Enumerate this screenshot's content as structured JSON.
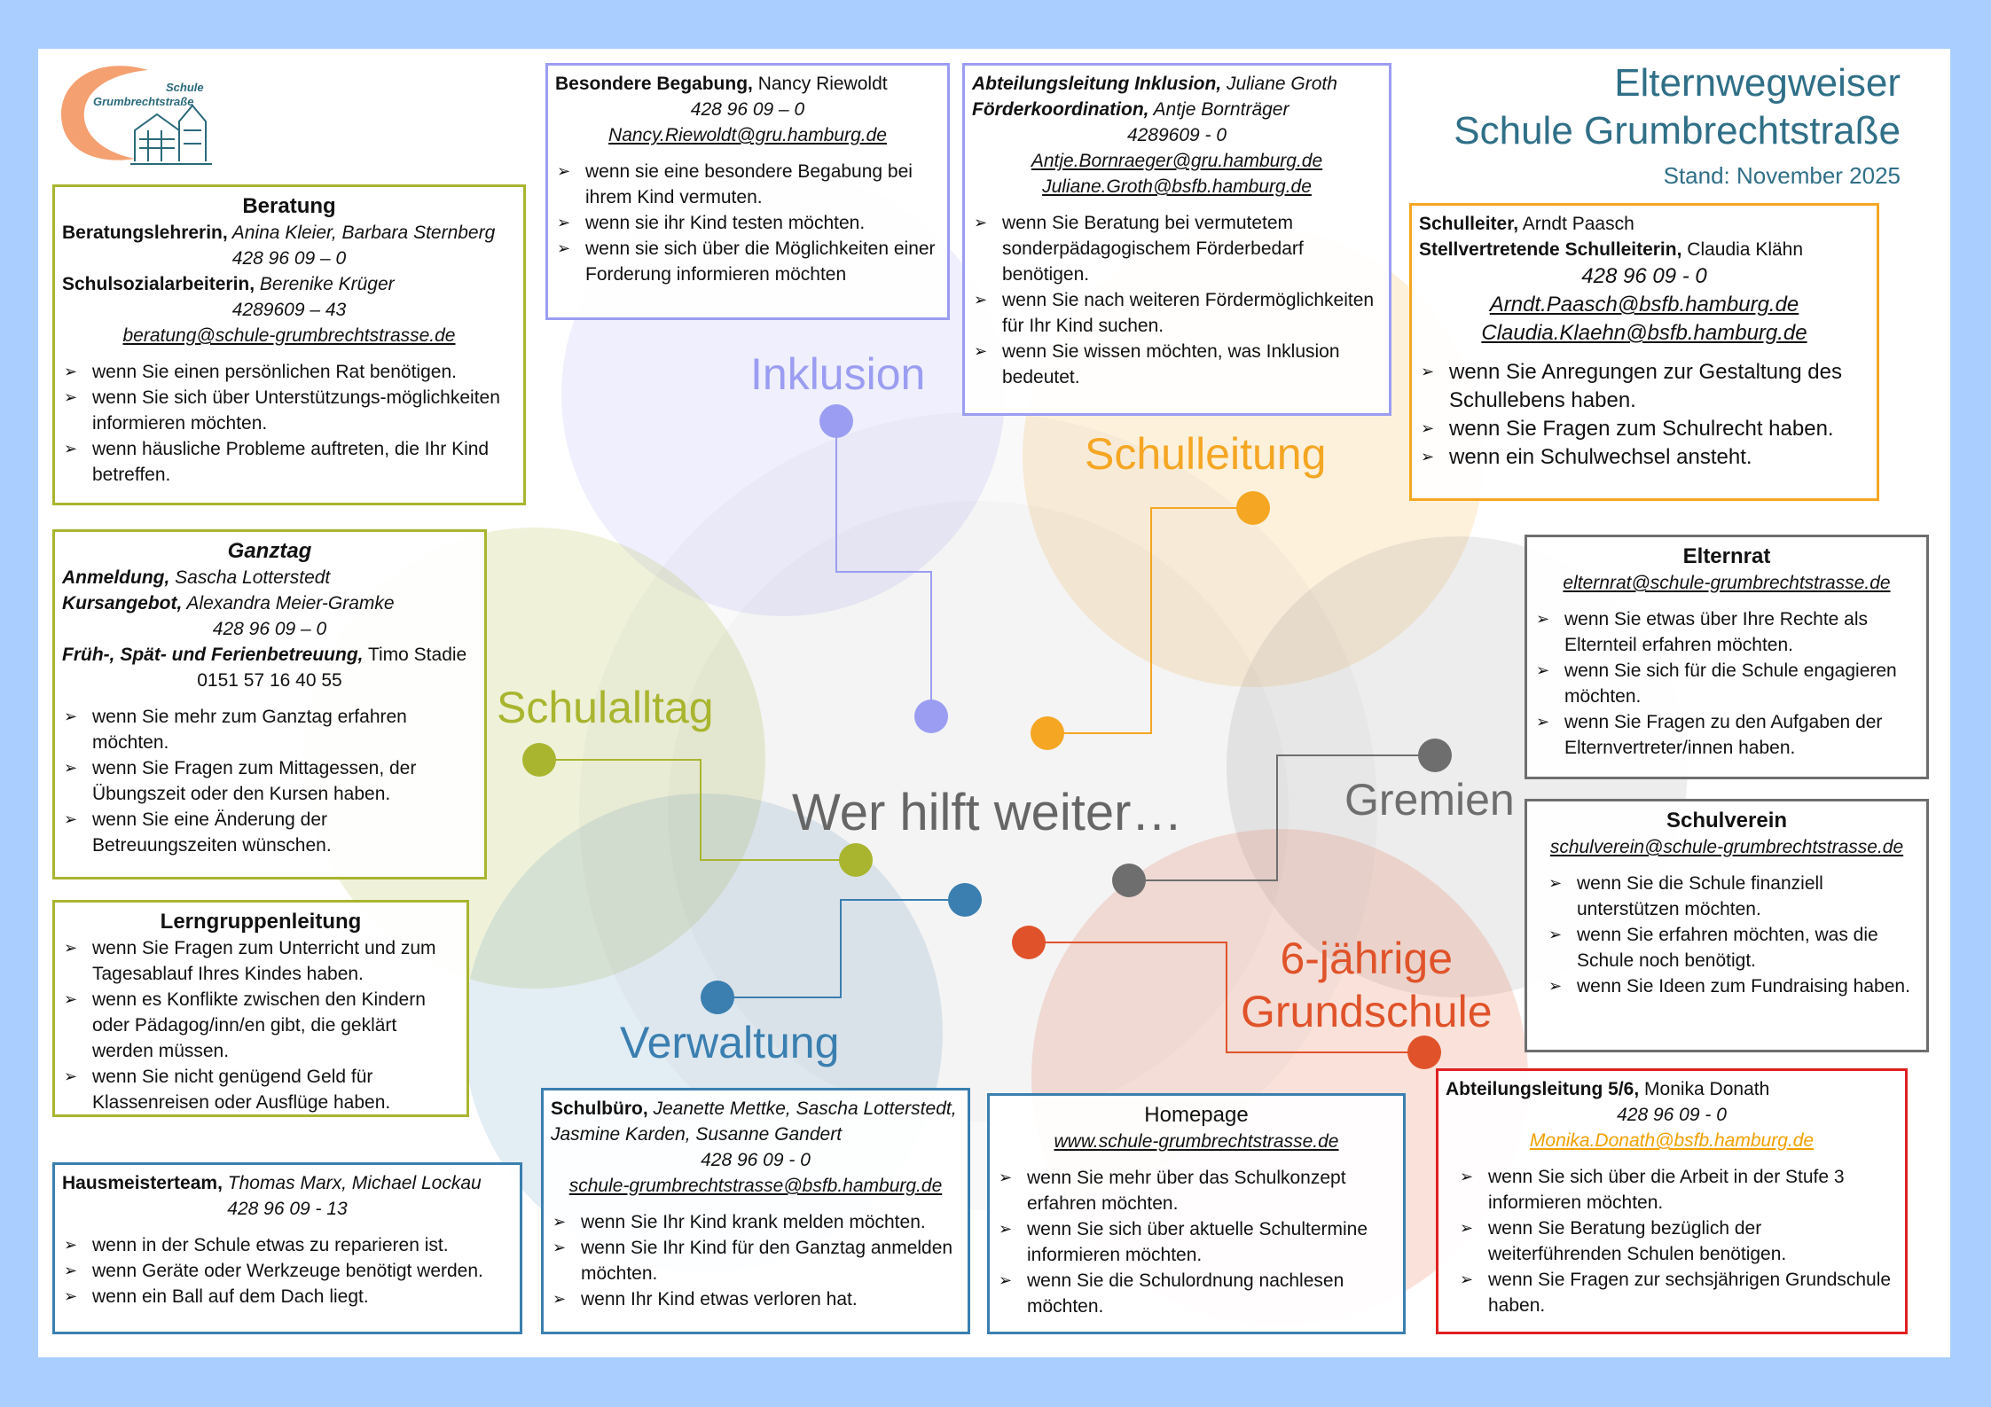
{
  "title": {
    "line1": "Elternwegweiser",
    "line2": "Schule Grumbrechtstraße",
    "stand": "Stand: November 2025"
  },
  "logo": {
    "line1": "Schule",
    "line2": "Grumbrechtstraße"
  },
  "center": "Wer hilft weiter…",
  "categories": {
    "inklusion": "Inklusion",
    "schulleitung": "Schulleitung",
    "schulalltag": "Schulalltag",
    "gremien": "Gremien",
    "verwaltung": "Verwaltung",
    "grundschule_line1": "6-jährige",
    "grundschule_line2": "Grundschule"
  },
  "colors": {
    "inklusion": "#9b9df2",
    "schulleitung": "#f5a623",
    "schulalltag": "#a9b52f",
    "gremien": "#6e6e6e",
    "verwaltung": "#3a7fb0",
    "grundschule": "#e0532a",
    "grundschule_box": "#e02020"
  },
  "beratung": {
    "title": "Beratung",
    "r1_role": "Beratungslehrerin,",
    "r1_names": " Anina Kleier, Barbara Sternberg",
    "phone1": "428 96 09 – 0",
    "r2_role": "Schulsozialarbeiterin,",
    "r2_names": " Berenike Krüger",
    "phone2": "4289609 – 43",
    "email": "beratung@schule-grumbrechtstrasse.de",
    "bullets": [
      "wenn Sie einen persönlichen Rat benötigen.",
      "wenn Sie sich über Unterstützungs-möglichkeiten informieren möchten.",
      "wenn häusliche Probleme auftreten, die Ihr Kind betreffen."
    ]
  },
  "begabung": {
    "role": "Besondere Begabung,",
    "name": " Nancy Riewoldt",
    "phone": "428 96 09 – 0",
    "email": "Nancy.Riewoldt@gru.hamburg.de",
    "bullets": [
      "wenn sie eine besondere Begabung bei ihrem Kind vermuten.",
      "wenn sie ihr Kind testen möchten.",
      "wenn sie sich über die Möglichkeiten einer Forderung informieren möchten"
    ]
  },
  "inklusion_box": {
    "r1_role": "Abteilungsleitung Inklusion,",
    "r1_name": " Juliane Groth",
    "r2_role": "Förderkoordination,",
    "r2_name": " Antje Bornträger",
    "phone": "4289609 - 0",
    "email1": "Antje.Bornraeger@gru.hamburg.de",
    "email2": "Juliane.Groth@bsfb.hamburg.de",
    "bullets": [
      "wenn Sie Beratung bei vermutetem sonderpädagogischem Förderbedarf benötigen.",
      "wenn Sie nach weiteren Fördermöglichkeiten für Ihr Kind suchen.",
      "wenn Sie wissen möchten, was Inklusion bedeutet."
    ]
  },
  "schulleitung_box": {
    "r1_role": "Schulleiter,",
    "r1_name": " Arndt Paasch",
    "r2_role": "Stellvertretende Schulleiterin,",
    "r2_name": " Claudia Klähn",
    "phone": "428 96 09 - 0",
    "email1": "Arndt.Paasch@bsfb.hamburg.de",
    "email2": "Claudia.Klaehn@bsfb.hamburg.de",
    "bullets": [
      "wenn Sie Anregungen zur Gestaltung des Schullebens haben.",
      "wenn Sie Fragen zum Schulrecht haben.",
      "wenn ein Schulwechsel ansteht."
    ]
  },
  "ganztag": {
    "title": "Ganztag",
    "r1_role": "Anmeldung,",
    "r1_name": " Sascha Lotterstedt",
    "r2_role": "Kursangebot,",
    "r2_name": " Alexandra Meier-Gramke",
    "phone": "428 96 09 – 0",
    "r3_role": "Früh-, Spät- und Ferienbetreuung,",
    "r3_name": " Timo Stadie",
    "phone2": "0151 57 16 40 55",
    "bullets": [
      "wenn Sie mehr zum Ganztag erfahren möchten.",
      "wenn Sie Fragen zum Mittagessen, der Übungszeit oder den Kursen haben.",
      "wenn Sie eine Änderung der Betreuungszeiten wünschen."
    ]
  },
  "lerngruppe": {
    "title": "Lerngruppenleitung",
    "bullets": [
      "wenn Sie Fragen zum Unterricht und zum Tagesablauf Ihres Kindes haben.",
      "wenn es Konflikte zwischen den Kindern oder Pädagog/inn/en gibt, die geklärt werden müssen.",
      "wenn Sie nicht genügend Geld für Klassenreisen oder Ausflüge haben."
    ]
  },
  "hausmeister": {
    "role": "Hausmeisterteam,",
    "names": " Thomas Marx, Michael Lockau",
    "phone": "428 96 09 - 13",
    "bullets": [
      "wenn in der Schule etwas zu reparieren ist.",
      "wenn Geräte oder Werkzeuge benötigt werden.",
      "wenn ein Ball auf dem Dach liegt."
    ]
  },
  "schulbuero": {
    "role": "Schulbüro,",
    "names": " Jeanette Mettke, Sascha Lotterstedt, Jasmine Karden, Susanne Gandert",
    "phone": "428 96 09 - 0",
    "email": "schule-grumbrechtstrasse@bsfb.hamburg.de",
    "bullets": [
      "wenn Sie Ihr Kind krank melden möchten.",
      "wenn Sie Ihr Kind für den Ganztag anmelden möchten.",
      "wenn Ihr Kind etwas verloren hat."
    ]
  },
  "homepage": {
    "title": "Homepage",
    "url": "www.schule-grumbrechtstrasse.de",
    "bullets": [
      "wenn Sie mehr über das Schulkonzept erfahren möchten.",
      "wenn Sie sich über aktuelle Schultermine informieren möchten.",
      "wenn Sie die Schulordnung nachlesen möchten."
    ]
  },
  "elternrat": {
    "title": "Elternrat",
    "email": "elternrat@schule-grumbrechtstrasse.de",
    "bullets": [
      "wenn Sie etwas über Ihre Rechte als Elternteil erfahren möchten.",
      "wenn Sie sich für die Schule engagieren möchten.",
      "wenn Sie Fragen zu den Aufgaben der Elternvertreter/innen haben."
    ]
  },
  "schulverein": {
    "title": "Schulverein",
    "email": "schulverein@schule-grumbrechtstrasse.de",
    "bullets": [
      "wenn Sie die Schule finanziell unterstützen möchten.",
      "wenn Sie erfahren möchten, was die Schule noch benötigt.",
      "wenn Sie Ideen zum Fundraising haben."
    ]
  },
  "stufe56": {
    "role": "Abteilungsleitung 5/6,",
    "name": " Monika Donath",
    "phone": "428 96 09 - 0",
    "email": "Monika.Donath@bsfb.hamburg.de",
    "bullets": [
      "wenn Sie sich über die Arbeit in der Stufe 3 informieren möchten.",
      "wenn Sie Beratung bezüglich der weiterführenden Schulen benötigen.",
      "wenn Sie Fragen zur sechsjährigen Grundschule haben."
    ]
  }
}
